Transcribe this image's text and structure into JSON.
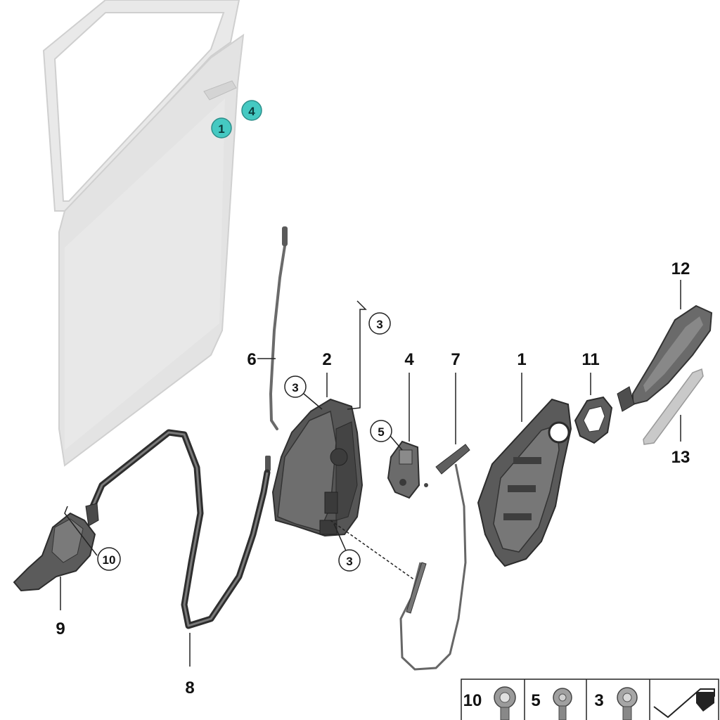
{
  "diagram": {
    "teal_callouts": [
      "1",
      "4"
    ],
    "part_labels": {
      "p1": "1",
      "p2": "2",
      "p4": "4",
      "p6": "6",
      "p7": "7",
      "p8": "8",
      "p9": "9",
      "p11": "11",
      "p12": "12",
      "p13": "13"
    },
    "circle_callouts": {
      "c3_top": "3",
      "c3_left": "3",
      "c3_bottom": "3",
      "c5": "5",
      "c10": "10"
    },
    "legend": [
      "10",
      "5",
      "3"
    ]
  },
  "colors": {
    "teal_callout": "#45c9c2",
    "door_panel": "#e3e3e3",
    "part_dark": "#4a4a4a",
    "line": "#222222"
  }
}
